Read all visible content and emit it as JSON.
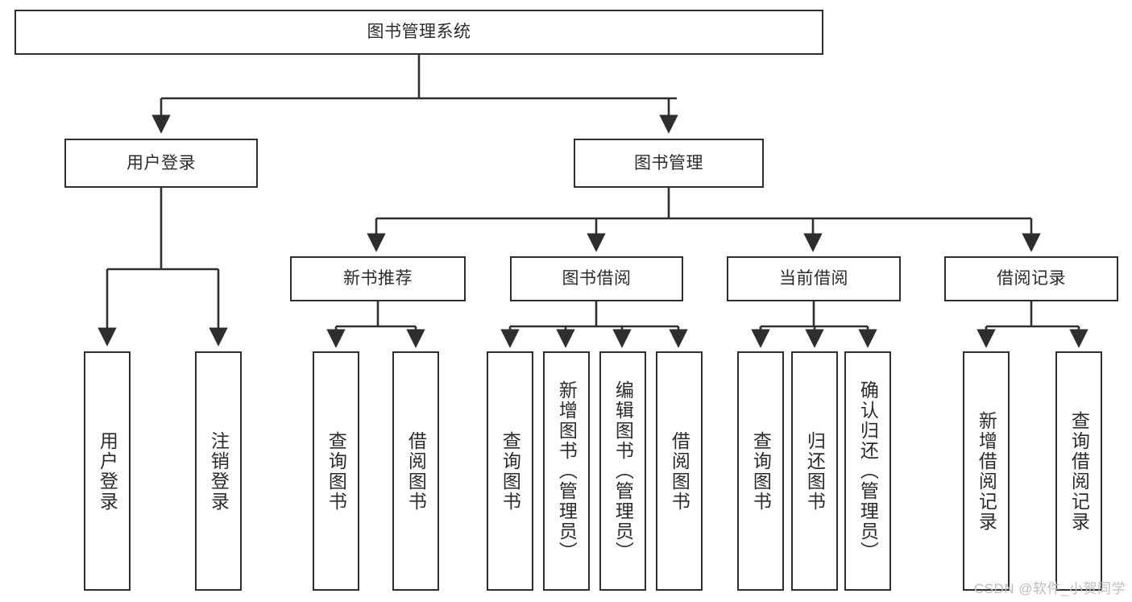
{
  "diagram": {
    "title": "图书管理系统",
    "type": "tree-hierarchy-chart",
    "root": {
      "id": "root",
      "label": "图书管理系统"
    },
    "level2": [
      {
        "id": "user-login",
        "label": "用户登录"
      },
      {
        "id": "book-manage",
        "label": "图书管理"
      }
    ],
    "level3": [
      {
        "id": "new-book-rec",
        "label": "新书推荐"
      },
      {
        "id": "book-borrow",
        "label": "图书借阅"
      },
      {
        "id": "current-borrow",
        "label": "当前借阅"
      },
      {
        "id": "borrow-record",
        "label": "借阅记录"
      }
    ],
    "leaves": {
      "user_login": [
        {
          "id": "leaf-user-login",
          "label": "用户登录"
        },
        {
          "id": "leaf-logout-login",
          "label": "注销登录"
        }
      ],
      "new_book_rec": [
        {
          "id": "leaf-query-book-1",
          "label": "查询图书"
        },
        {
          "id": "leaf-borrow-book-1",
          "label": "借阅图书"
        }
      ],
      "book_borrow": [
        {
          "id": "leaf-query-book-2",
          "label": "查询图书"
        },
        {
          "id": "leaf-add-book",
          "label": "新增图书（管理员）"
        },
        {
          "id": "leaf-edit-book",
          "label": "编辑图书（管理员）"
        },
        {
          "id": "leaf-borrow-book-2",
          "label": "借阅图书"
        }
      ],
      "current_borrow": [
        {
          "id": "leaf-query-book-3",
          "label": "查询图书"
        },
        {
          "id": "leaf-return-book",
          "label": "归还图书"
        },
        {
          "id": "leaf-confirm-return",
          "label": "确认归还（管理员）"
        }
      ],
      "borrow_record": [
        {
          "id": "leaf-add-record",
          "label": "新增借阅记录"
        },
        {
          "id": "leaf-query-record",
          "label": "查询借阅记录"
        }
      ]
    }
  },
  "watermark": {
    "text": "CSDN @软件_小贺同学"
  },
  "colors": {
    "stroke": "#2e2e2e",
    "fill": "#ffffff",
    "text": "#2b2b2b",
    "watermark": "#b9bcc1"
  }
}
